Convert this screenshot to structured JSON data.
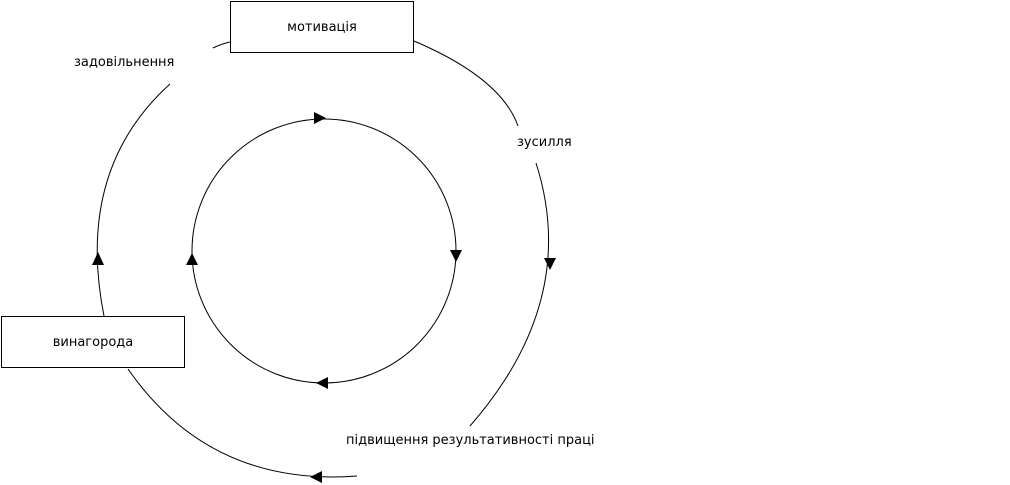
{
  "diagram": {
    "nodes": {
      "motivation": "мотивація",
      "reward": "винагорода"
    },
    "labels": {
      "satisfaction": "задовільнення",
      "effort": "зусилля",
      "performance": "підвищення результативності праці"
    },
    "stroke_color": "#000000",
    "background_color": "#ffffff"
  }
}
